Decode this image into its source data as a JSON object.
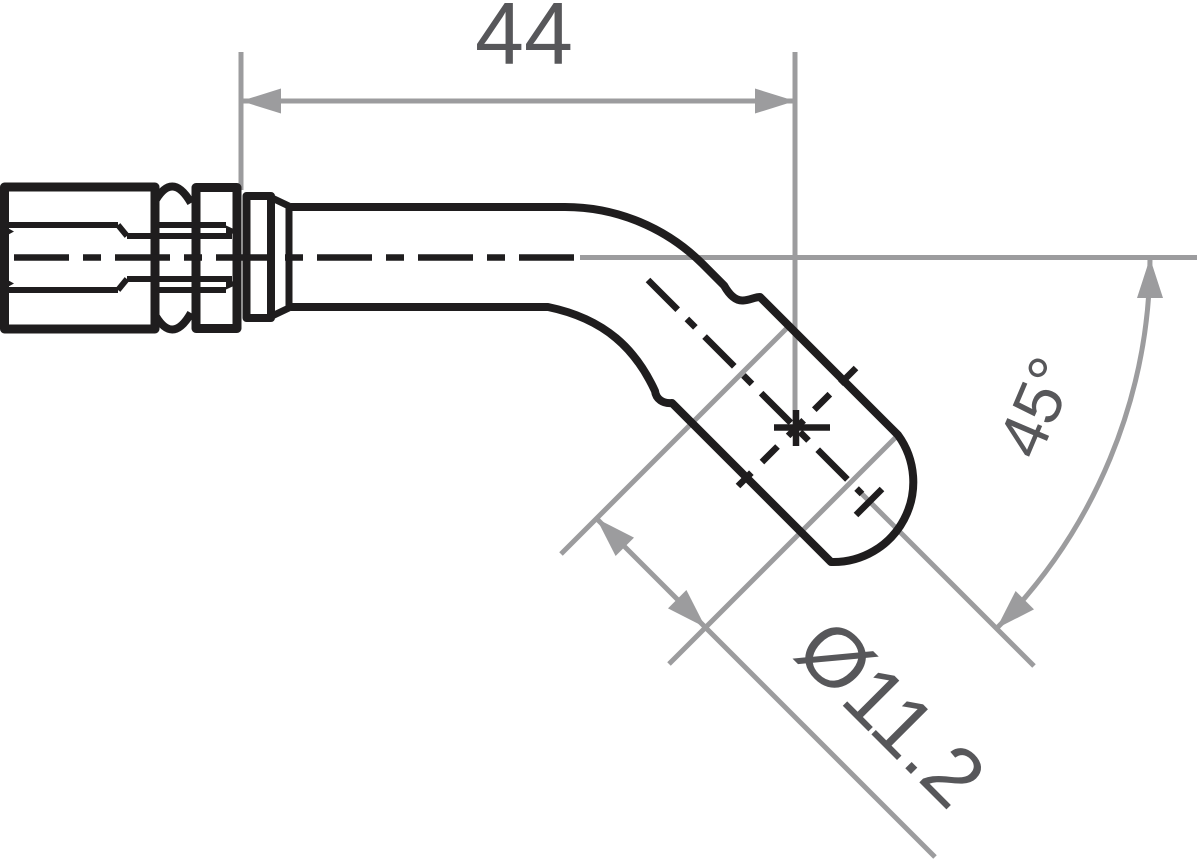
{
  "drawing": {
    "dimensions": {
      "length": {
        "label": "44"
      },
      "angle": {
        "label": "45°"
      },
      "diameter": {
        "label": "Ø11.2"
      }
    },
    "colors": {
      "part_line": "#1f1d1e",
      "dimension_line": "#9c9c9e",
      "dimension_text": "#57575a",
      "background": "#ffffff"
    }
  }
}
